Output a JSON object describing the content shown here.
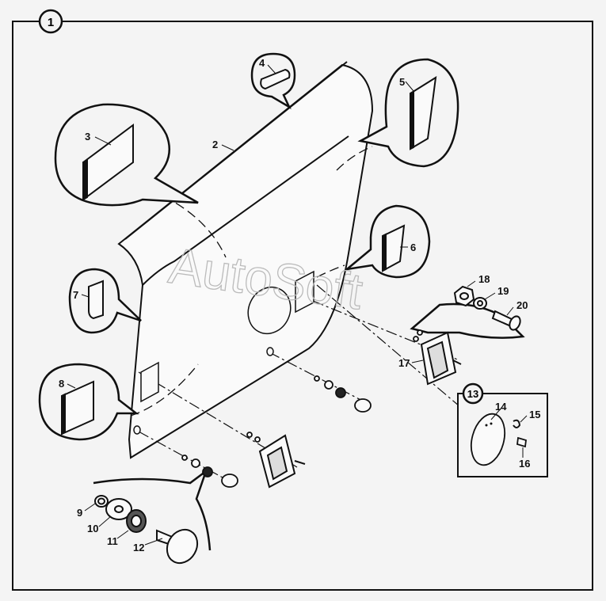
{
  "figure_number": "1",
  "watermark": "AutoSoft",
  "detail_number": "13",
  "callouts": {
    "c2": "2",
    "c3": "3",
    "c4": "4",
    "c5": "5",
    "c6": "6",
    "c7": "7",
    "c8": "8",
    "c9": "9",
    "c10": "10",
    "c11": "11",
    "c12": "12",
    "c14": "14",
    "c15": "15",
    "c16": "16",
    "c17": "17",
    "c18": "18",
    "c19": "19",
    "c20": "20"
  }
}
